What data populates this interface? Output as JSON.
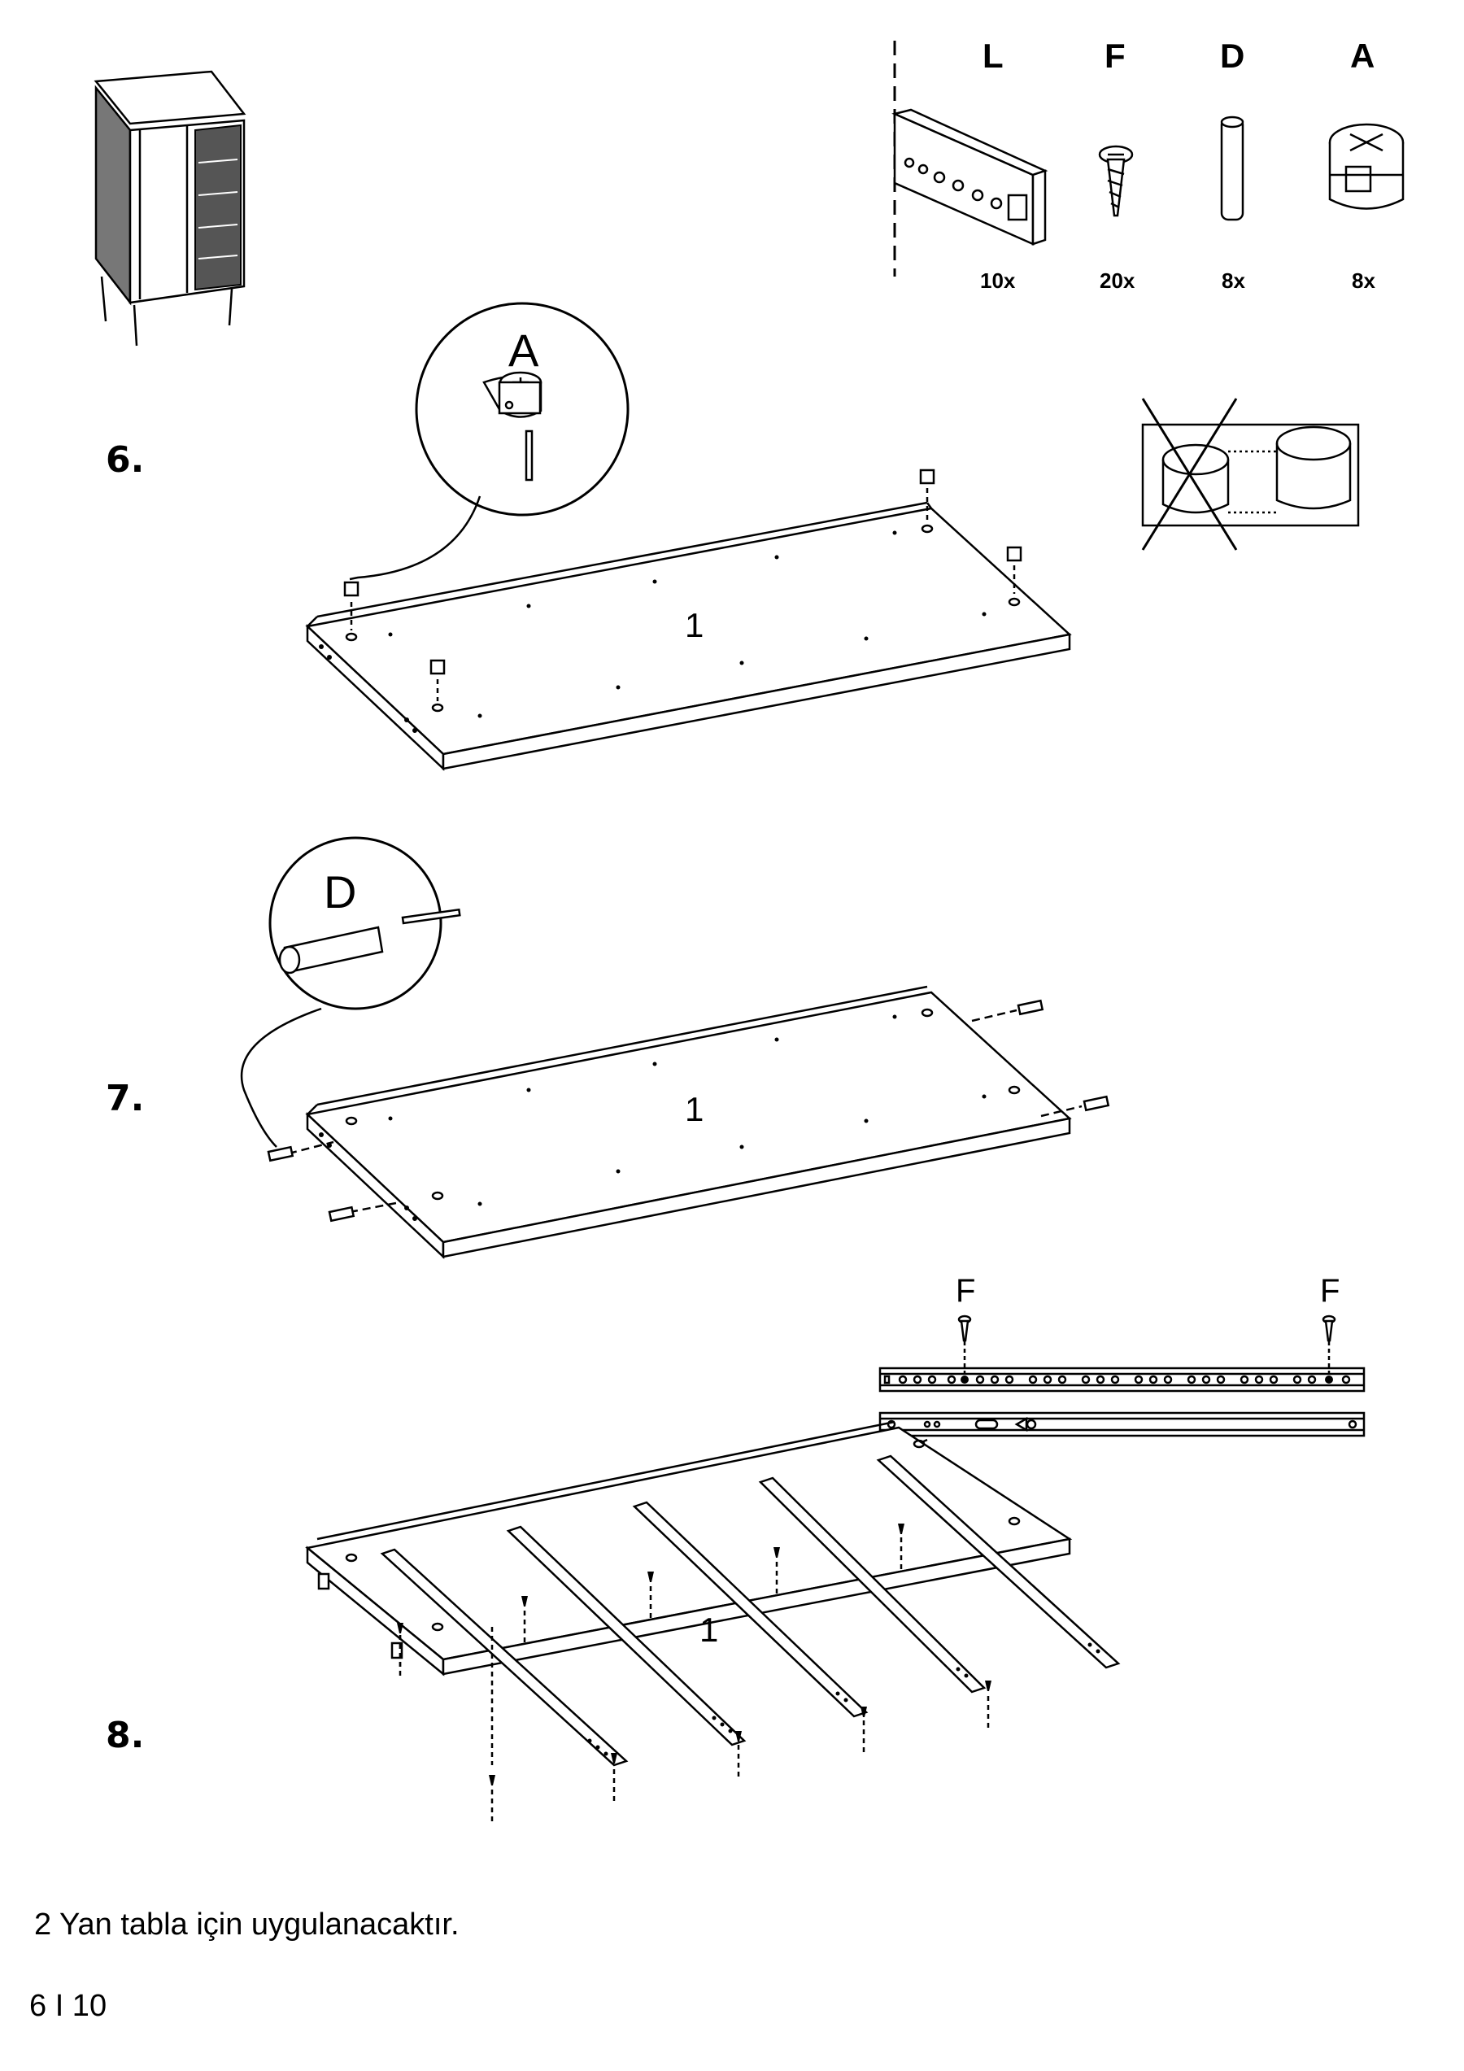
{
  "parts": [
    {
      "letter": "L",
      "qty": "10x",
      "icon": "drawer-rail-icon"
    },
    {
      "letter": "F",
      "qty": "20x",
      "icon": "screw-icon"
    },
    {
      "letter": "D",
      "qty": "8x",
      "icon": "dowel-icon"
    },
    {
      "letter": "A",
      "qty": "8x",
      "icon": "cam-lock-icon"
    }
  ],
  "steps": [
    {
      "number": "6.",
      "panel_label": "1",
      "zoom_letter": "A"
    },
    {
      "number": "7.",
      "panel_label": "1",
      "zoom_letter": "D"
    },
    {
      "number": "8.",
      "panel_label": "1",
      "rail_screw_letter_left": "F",
      "rail_screw_letter_right": "F"
    }
  ],
  "note": "2 Yan tabla için uygulanacaktır.",
  "page_number": "6 I 10"
}
